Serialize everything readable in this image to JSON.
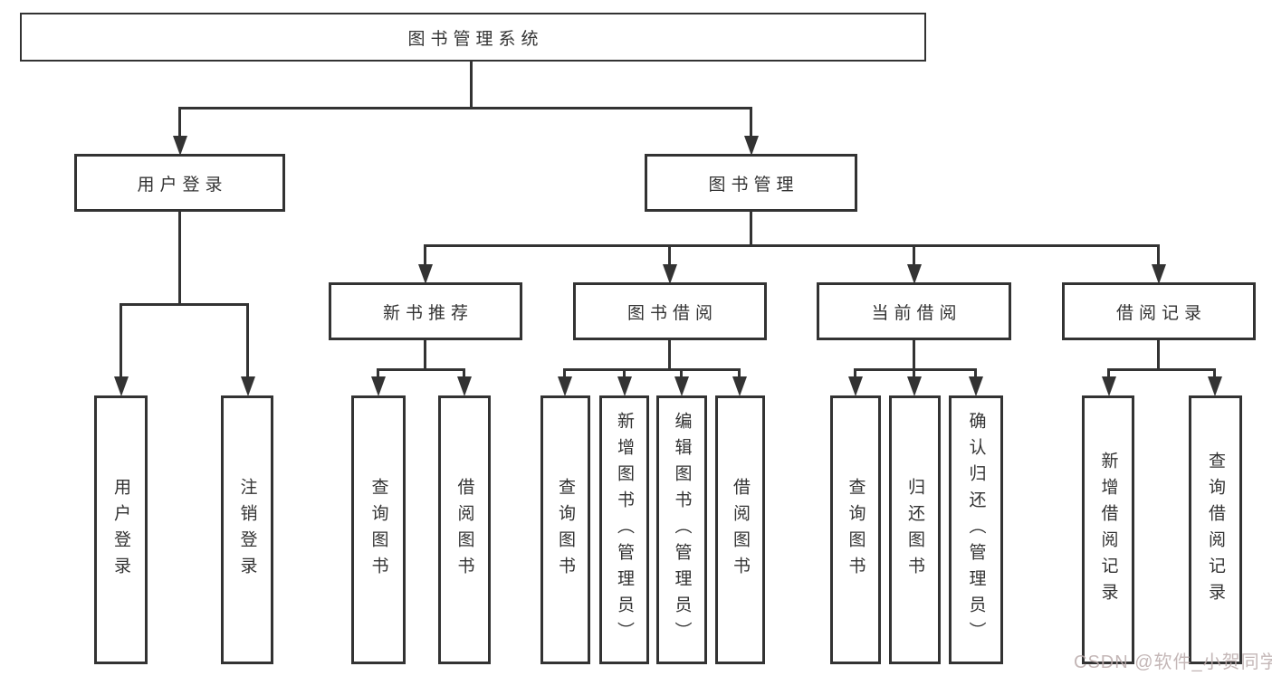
{
  "tree": {
    "root": {
      "label": "图书管理系统",
      "children": [
        {
          "label": "用户登录",
          "children": [
            {
              "label": "用户登录"
            },
            {
              "label": "注销登录"
            }
          ]
        },
        {
          "label": "图书管理",
          "children": [
            {
              "label": "新书推荐",
              "children": [
                {
                  "label": "查询图书"
                },
                {
                  "label": "借阅图书"
                }
              ]
            },
            {
              "label": "图书借阅",
              "children": [
                {
                  "label": "查询图书"
                },
                {
                  "label": "新增图书（管理员）"
                },
                {
                  "label": "编辑图书（管理员）"
                },
                {
                  "label": "借阅图书"
                }
              ]
            },
            {
              "label": "当前借阅",
              "children": [
                {
                  "label": "查询图书"
                },
                {
                  "label": "归还图书"
                },
                {
                  "label": "确认归还（管理员）"
                }
              ]
            },
            {
              "label": "借阅记录",
              "children": [
                {
                  "label": "新增借阅记录"
                },
                {
                  "label": "查询借阅记录"
                }
              ]
            }
          ]
        }
      ]
    }
  },
  "colors": {
    "line": "#333333",
    "text": "#333333",
    "background": "#ffffff",
    "watermark": "#baaaaa"
  },
  "watermark": {
    "text": "CSDN @软件_小贺同学"
  }
}
